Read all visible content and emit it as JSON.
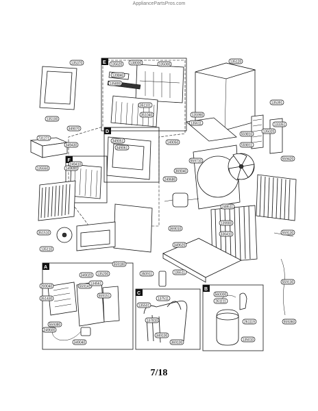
{
  "watermark": "AppliancePartsPros.com",
  "page_label": "7/18",
  "sections": [
    "A",
    "B",
    "C",
    "D",
    "E",
    "F"
  ],
  "callouts": [
    "135370",
    "135100",
    "135620",
    "139840",
    "135800",
    "138000",
    "351101",
    "135000",
    "351040",
    "135990",
    "135611",
    "149050",
    "135391",
    "135020",
    "135120",
    "133351",
    "731271",
    "349430",
    "349051",
    "349061",
    "349070",
    "149690",
    "559710",
    "369040",
    "559810",
    "559811",
    "559420",
    "249680",
    "249511",
    "139900",
    "336410",
    "349620",
    "369010",
    "135550",
    "249410",
    "351510",
    "135110",
    "559130",
    "559130",
    "350911",
    "135511",
    "559180",
    "269040",
    "351430",
    "349020",
    "559141",
    "559151",
    "349040",
    "249600",
    "134561",
    "135200",
    "137511",
    "135501",
    "137810",
    "369100",
    "560000",
    "261111",
    "261119",
    "135010",
    "559360",
    "559380",
    "349100"
  ]
}
